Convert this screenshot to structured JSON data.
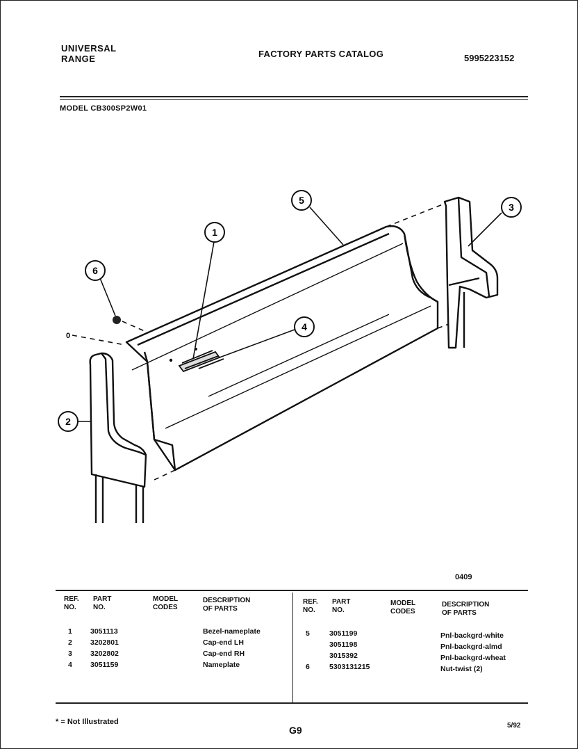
{
  "header": {
    "brand_line1": "UNIVERSAL",
    "brand_line2": "RANGE",
    "catalog_title": "FACTORY PARTS CATALOG",
    "catalog_number": "5995223152",
    "model": "MODEL CB300SP2W01"
  },
  "diagram": {
    "callouts": [
      "1",
      "2",
      "3",
      "4",
      "5",
      "6"
    ],
    "not_illustrated_marker": "0"
  },
  "figure_code": "0409",
  "table": {
    "left_headers": {
      "ref": [
        "REF.",
        "NO."
      ],
      "part": [
        "PART",
        "NO."
      ],
      "model": [
        "MODEL",
        "CODES"
      ],
      "desc": [
        "DESCRIPTION",
        "OF PARTS"
      ]
    },
    "right_headers": {
      "ref": [
        "REF.",
        "NO."
      ],
      "part": [
        "PART",
        "NO."
      ],
      "model": [
        "MODEL",
        "CODES"
      ],
      "desc": [
        "DESCRIPTION",
        "OF PARTS"
      ]
    },
    "left_rows": [
      {
        "ref": "1",
        "part": "3051113",
        "desc": "Bezel-nameplate"
      },
      {
        "ref": "2",
        "part": "3202801",
        "desc": "Cap-end LH"
      },
      {
        "ref": "3",
        "part": "3202802",
        "desc": "Cap-end RH"
      },
      {
        "ref": "4",
        "part": "3051159",
        "desc": "Nameplate"
      }
    ],
    "right_rows": [
      {
        "ref": "5",
        "part": "3051199",
        "desc": "Pnl-backgrd-white"
      },
      {
        "ref": "",
        "part": "3051198",
        "desc": "Pnl-backgrd-almd"
      },
      {
        "ref": "",
        "part": "3015392",
        "desc": "Pnl-backgrd-wheat"
      },
      {
        "ref": "6",
        "part": "5303131215",
        "desc": "Nut-twist (2)"
      }
    ]
  },
  "footer": {
    "footnote": "* = Not Illustrated",
    "page_code": "G9",
    "date_code": "5/92"
  }
}
